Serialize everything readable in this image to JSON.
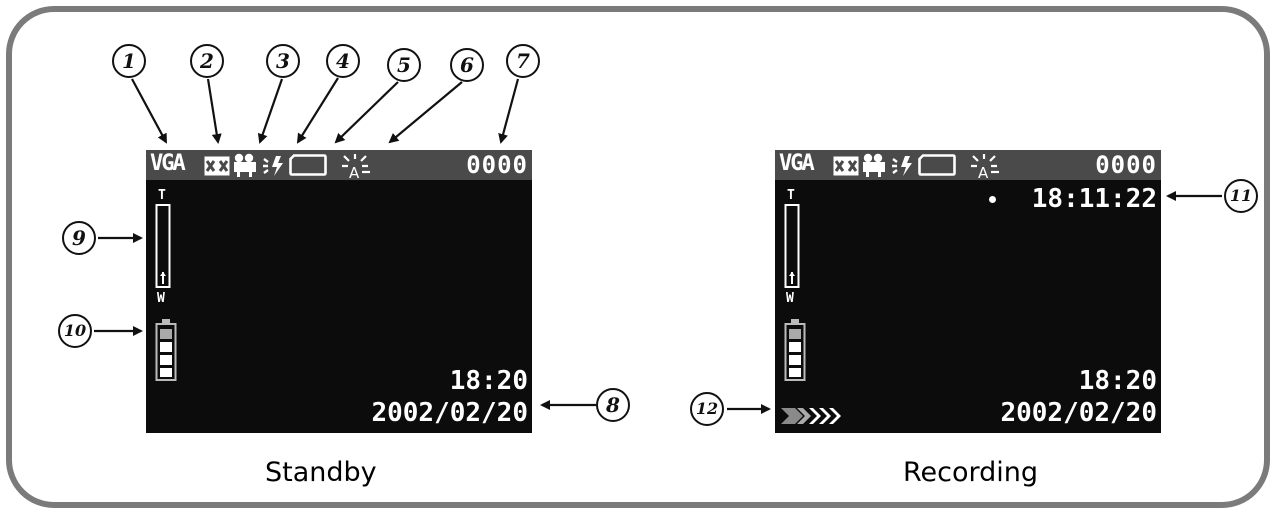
{
  "captions": {
    "standby": "Standby",
    "recording": "Recording"
  },
  "standby": {
    "status": {
      "resolution": "VGA",
      "counter": "0000"
    },
    "time": "18:20",
    "date": "2002/02/20",
    "zoom": {
      "tele": "T",
      "wide": "W"
    }
  },
  "recording": {
    "status": {
      "resolution": "VGA",
      "counter": "0000"
    },
    "elapsed": "18:11:22",
    "time": "18:20",
    "date": "2002/02/20",
    "zoom": {
      "tele": "T",
      "wide": "W"
    }
  },
  "callouts": [
    "1",
    "2",
    "3",
    "4",
    "5",
    "6",
    "7",
    "8",
    "9",
    "10",
    "11",
    "12"
  ],
  "icons": [
    "quality-icon",
    "movie-mode-icon",
    "flash-icon",
    "memory-card-icon",
    "white-balance-auto-icon",
    "battery-icon",
    "zoom-bar-icon",
    "record-progress-icon"
  ],
  "colors": {
    "screen": "#0c0c0c",
    "statusbar": "#4a4a4a",
    "frame": "#7b7b7b",
    "text": "#ffffff"
  }
}
